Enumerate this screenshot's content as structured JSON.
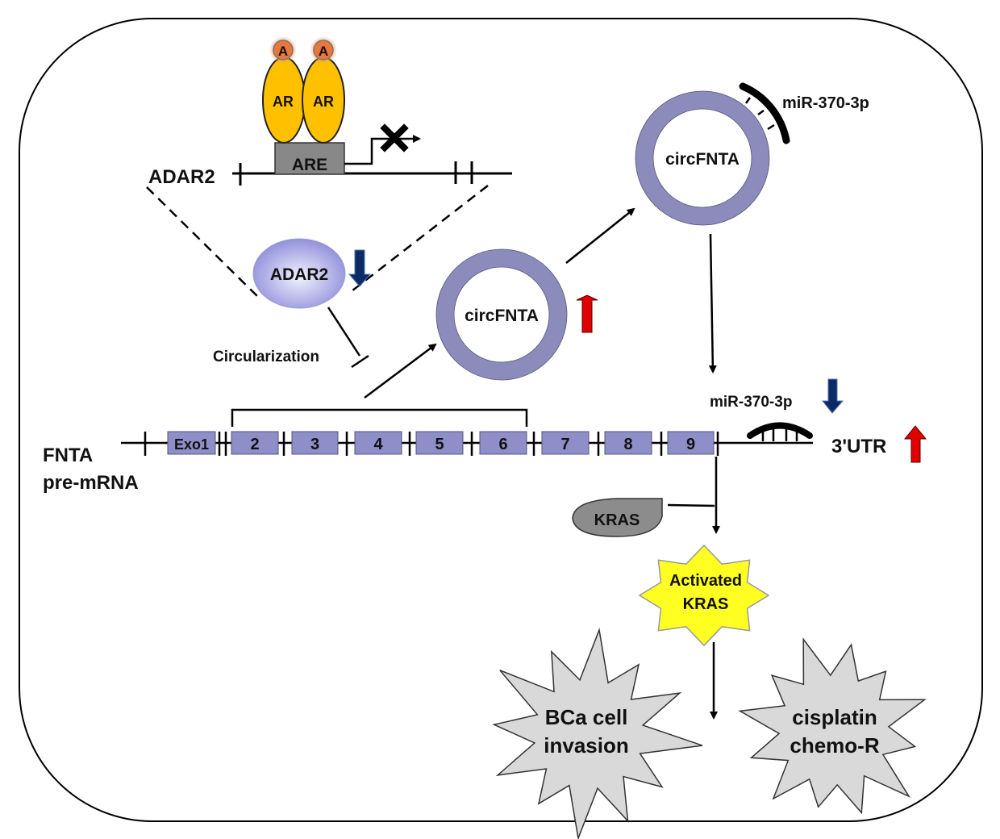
{
  "diagram": {
    "frame": "cell",
    "ar_complex": {
      "ligand_label": "A",
      "receptor_label": "AR",
      "element_label": "ARE",
      "transcription": "blocked"
    },
    "adar2_gene_label": "ADAR2",
    "adar2_protein": {
      "label": "ADAR2",
      "trend": "down"
    },
    "circularization_label": "Circularization",
    "circ1": {
      "label": "circFNTA",
      "trend": "up"
    },
    "circ2": {
      "label": "circFNTA"
    },
    "mir_sponge_label": "miR-370-3p",
    "mir_utr": {
      "label": "miR-370-3p",
      "trend": "down"
    },
    "pre_mrna": {
      "label_line1": "FNTA",
      "label_line2": "pre-mRNA",
      "exons": [
        "Exo1",
        "2",
        "3",
        "4",
        "5",
        "6",
        "7",
        "8",
        "9"
      ],
      "utr_label": "3'UTR",
      "utr_trend": "up"
    },
    "kras": {
      "label": "KRAS"
    },
    "activated_kras": {
      "line1": "Activated",
      "line2": "KRAS"
    },
    "outcome1": {
      "line1": "BCa cell",
      "line2": "invasion"
    },
    "outcome2": {
      "line1": "cisplatin",
      "line2": "chemo-R"
    },
    "colors": {
      "ar": "#FFC000",
      "ligand": "#E87D3E",
      "are_box": "#808080",
      "exon": "#8E8EC8",
      "circ_ring": "#8C8CBC",
      "adar2": "#9A9AE0",
      "down_arrow": "#0B2A66",
      "up_arrow": "#E00000",
      "kras": "#8C8C8C",
      "activated_kras": "#FFFF22",
      "outcome": "#D9D9D9"
    }
  }
}
